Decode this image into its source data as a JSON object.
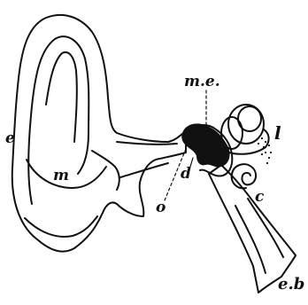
{
  "labels": {
    "e": "e",
    "m": "m",
    "me": "m.e.",
    "l": "l",
    "d": "d",
    "c": "c",
    "o": "o",
    "eb": "e.b"
  },
  "colors": {
    "ink": "#111111",
    "paper": "#ffffff"
  }
}
